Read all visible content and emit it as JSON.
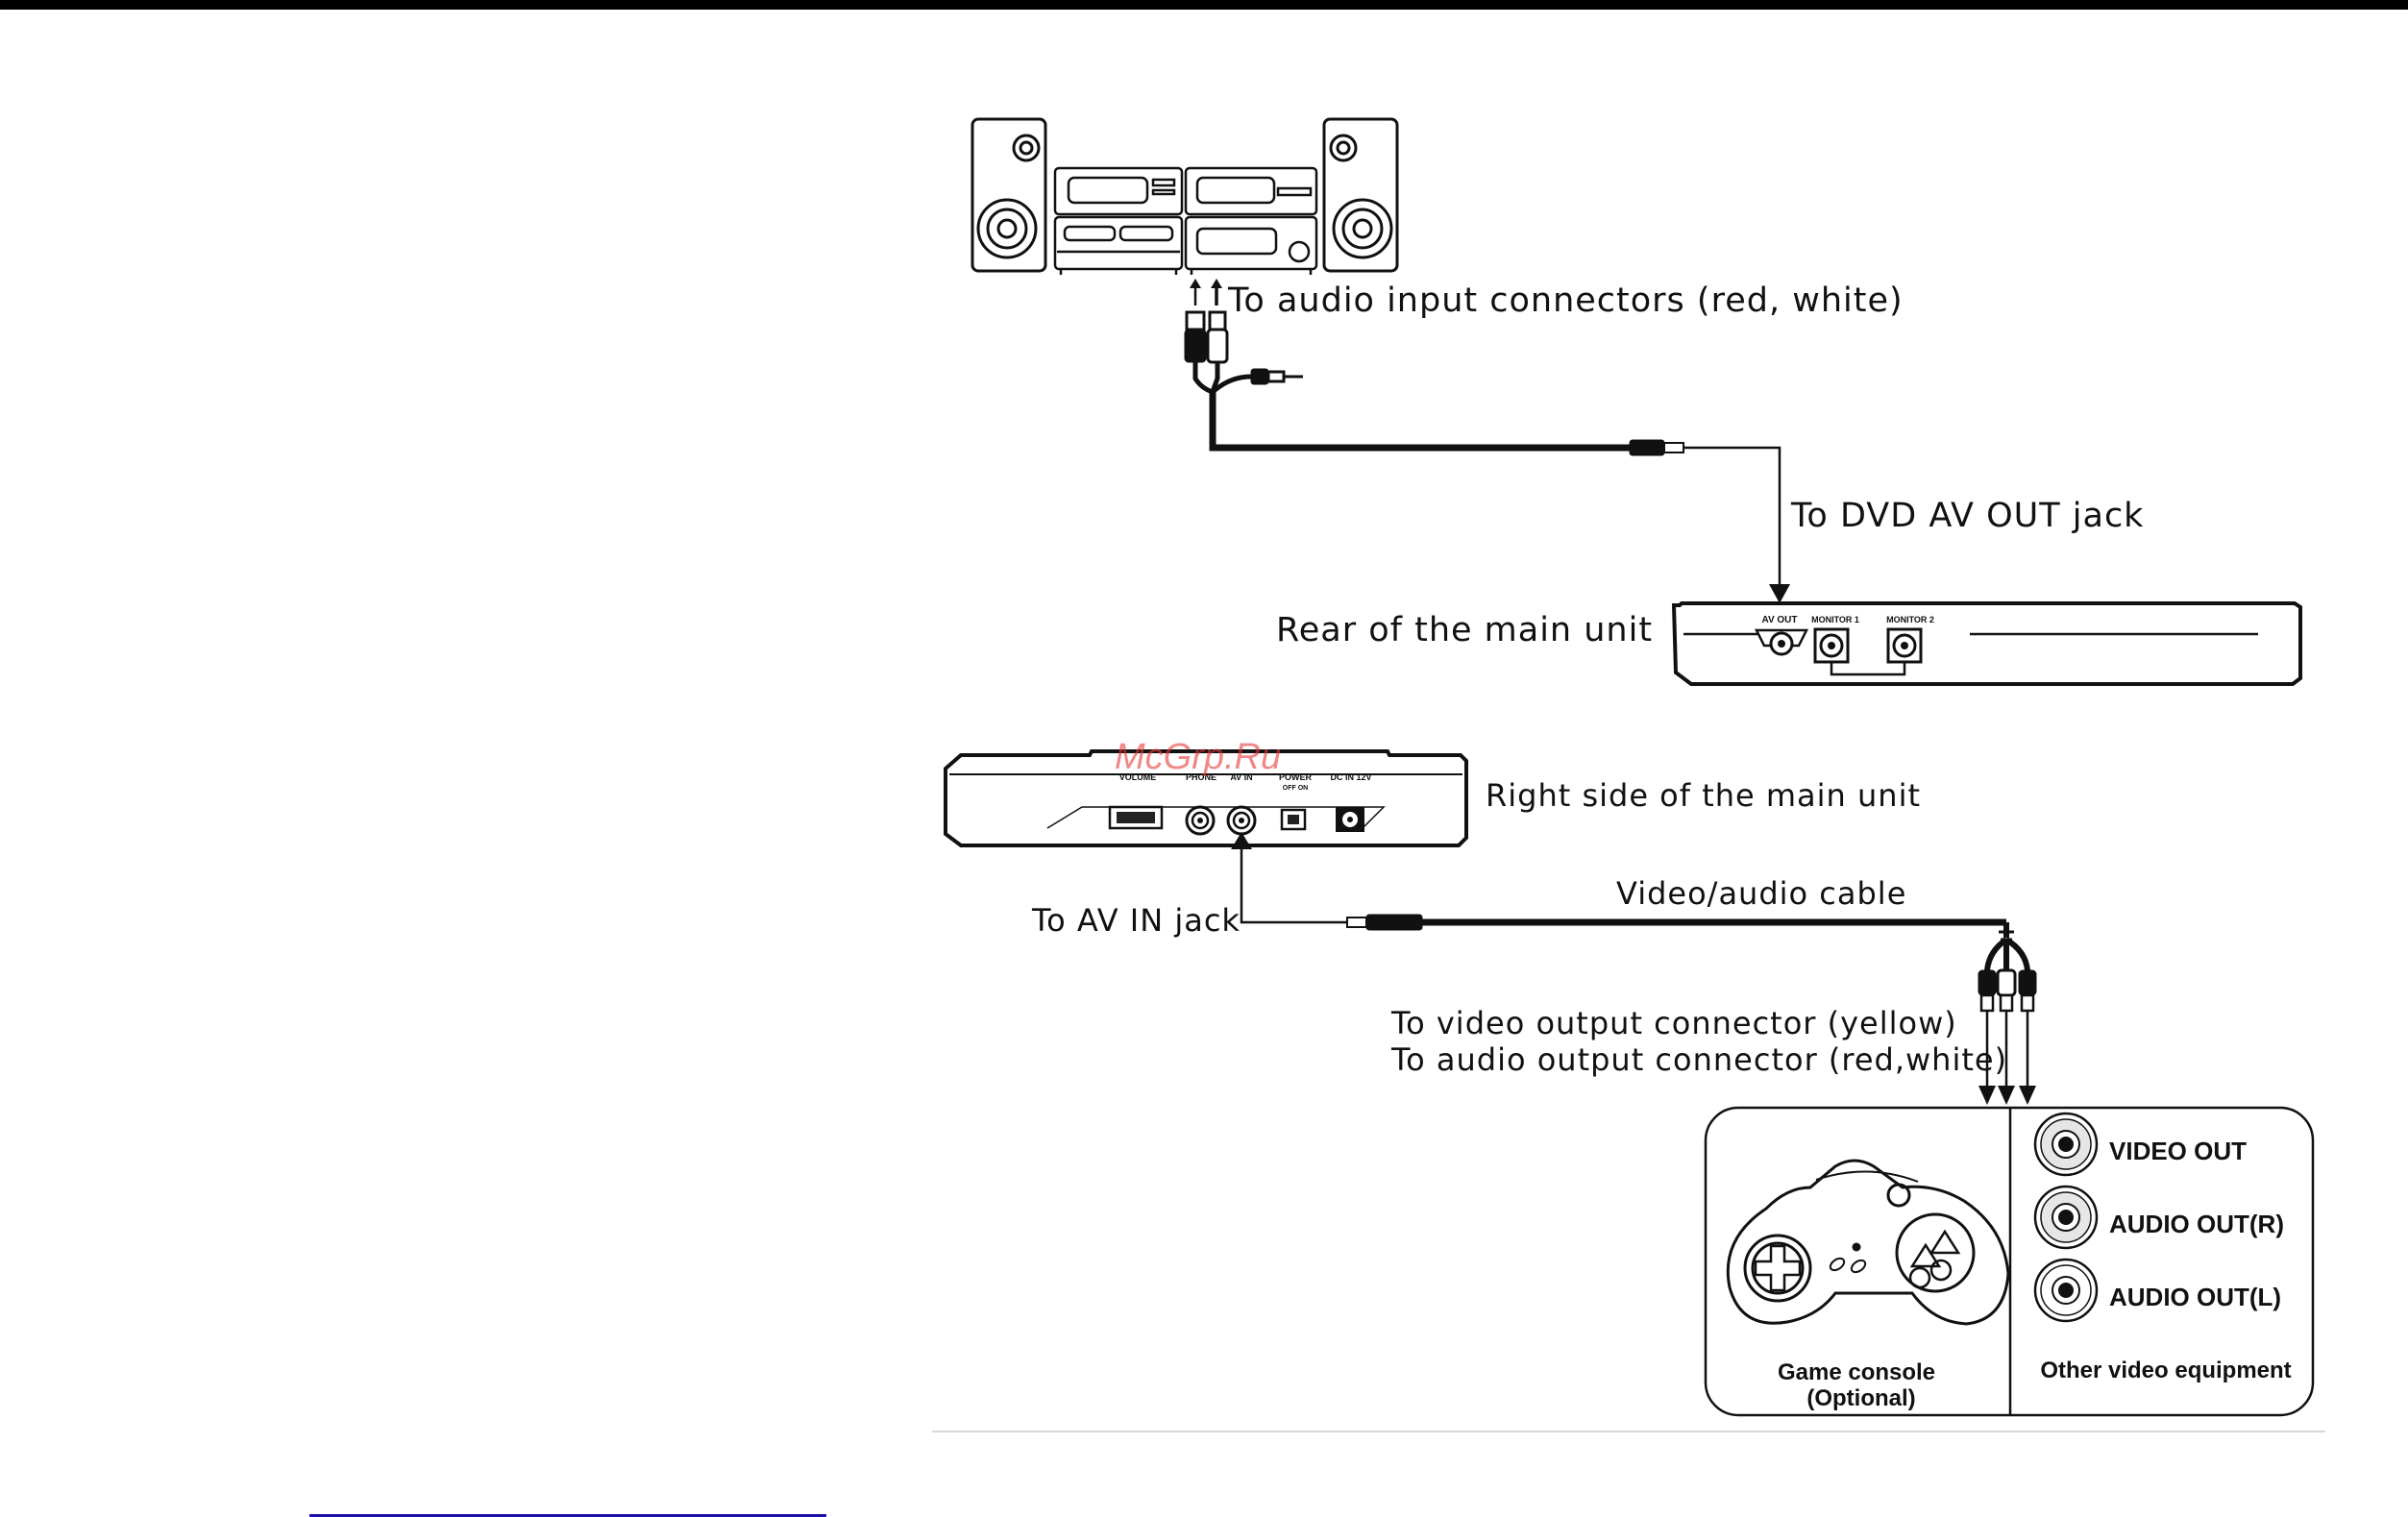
{
  "labels": {
    "audio_input": "To audio input connectors (red, white)",
    "dvd_av_out": "To DVD AV OUT jack",
    "rear_unit": "Rear of the main unit",
    "right_side": "Right side of the main unit",
    "av_in_jack": "To AV IN jack",
    "cable": "Video/audio cable",
    "video_output": "To video output connector (yellow)",
    "audio_output": "To audio output connector (red,white)"
  },
  "rear_panel": {
    "av_out": "AV OUT",
    "monitor1": "MONITOR 1",
    "monitor2": "MONITOR 2"
  },
  "side_panel": {
    "volume": "VOLUME",
    "phone": "PHONE",
    "av_in": "AV IN",
    "power": "POWER",
    "power_sub": "OFF ON",
    "dc_in": "DC IN 12V"
  },
  "equipment": {
    "video_out": "VIDEO OUT",
    "audio_out_r": "AUDIO OUT(R)",
    "audio_out_l": "AUDIO OUT(L)",
    "game_console": "Game console",
    "game_console_sub": "(Optional)",
    "other_equipment": "Other video equipment"
  },
  "watermark": "McGrp.Ru"
}
